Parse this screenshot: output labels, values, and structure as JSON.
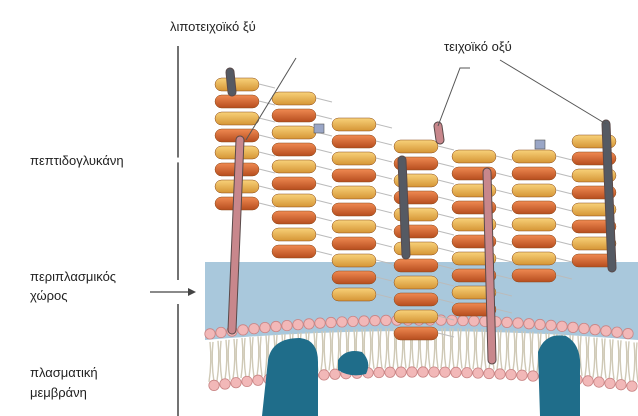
{
  "labels": {
    "lipoteichoic_acid": "λιποτειχοϊκό ξύ",
    "teichoic_acid": "τειχοϊκό οξύ",
    "peptidoglycan": "πεπτιδογλυκάνη",
    "periplasmic_line1": "περιπλασμικός",
    "periplasmic_line2": "χώρος",
    "membrane_line1": "πλασματική",
    "membrane_line2": "μεμβράνη"
  },
  "colors": {
    "background": "#ffffff",
    "bracket": "#444444",
    "periplasm": "#a9c8dc",
    "membrane_head": "#f2b8b8",
    "membrane_tail": "#cfc9b6",
    "protein": "#1f6d8a",
    "glycan_dark": "#d2642d",
    "glycan_light": "#efb45a",
    "lipoteichoic": "#c8878c",
    "teichoic": "#555a63"
  }
}
